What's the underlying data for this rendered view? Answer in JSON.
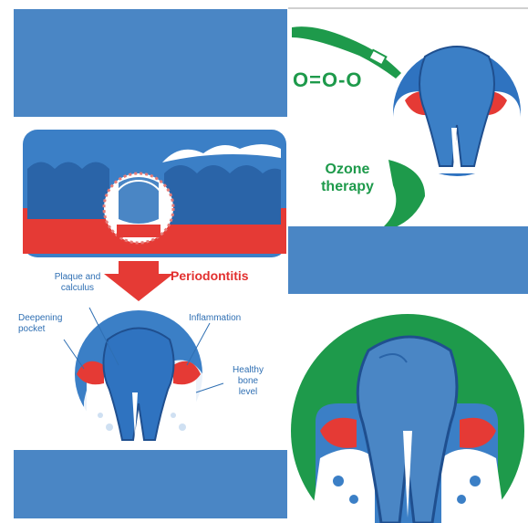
{
  "colors": {
    "blue_block": "#4a86c5",
    "tooth_blue": "#3b7fc6",
    "tooth_dark": "#1f4f8f",
    "gum_red": "#e53a35",
    "bone_white": "#ffffff",
    "ozone_green": "#1e9a4b",
    "label_blue": "#2f6fb3",
    "title_red": "#e2302f"
  },
  "left_panel": {
    "title": "Periodontitis",
    "labels": {
      "plaque": "Plaque and\ncalculus",
      "pocket": "Deepening\npocket",
      "inflammation": "Inflammation",
      "bone": "Healthy\nbone\nlevel"
    }
  },
  "top_right_panel": {
    "molecule": "O=O-O",
    "caption": "Ozone\ntherapy"
  },
  "icons": [
    "tooth-icon",
    "syringe-icon",
    "magnifier-icon",
    "arrow-down-icon"
  ]
}
